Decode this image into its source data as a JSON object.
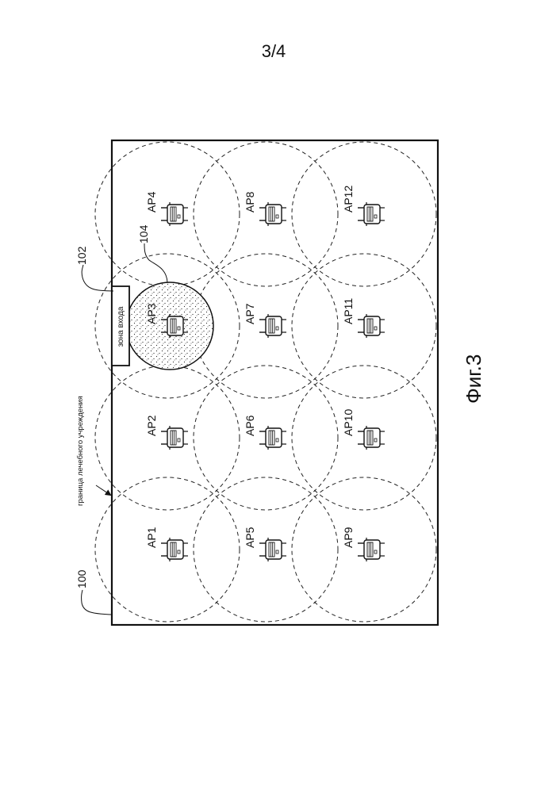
{
  "page_number": "3/4",
  "figure_label": "Фиг.3",
  "refs": {
    "facility": "100",
    "entry": "102",
    "highlight": "104"
  },
  "boundary_label": "граница лечебного учреждения",
  "entry_zone_label": "зона входа",
  "access_points": [
    {
      "label": "AP1",
      "row": 1,
      "col": 1,
      "highlighted": false
    },
    {
      "label": "AP2",
      "row": 1,
      "col": 2,
      "highlighted": false
    },
    {
      "label": "AP3",
      "row": 1,
      "col": 3,
      "highlighted": true
    },
    {
      "label": "AP4",
      "row": 1,
      "col": 4,
      "highlighted": false
    },
    {
      "label": "AP5",
      "row": 2,
      "col": 1,
      "highlighted": false
    },
    {
      "label": "AP6",
      "row": 2,
      "col": 2,
      "highlighted": false
    },
    {
      "label": "AP7",
      "row": 2,
      "col": 3,
      "highlighted": false
    },
    {
      "label": "AP8",
      "row": 2,
      "col": 4,
      "highlighted": false
    },
    {
      "label": "AP9",
      "row": 3,
      "col": 1,
      "highlighted": false
    },
    {
      "label": "AP10",
      "row": 3,
      "col": 2,
      "highlighted": false
    },
    {
      "label": "AP11",
      "row": 3,
      "col": 3,
      "highlighted": false
    },
    {
      "label": "AP12",
      "row": 3,
      "col": 4,
      "highlighted": false
    }
  ]
}
